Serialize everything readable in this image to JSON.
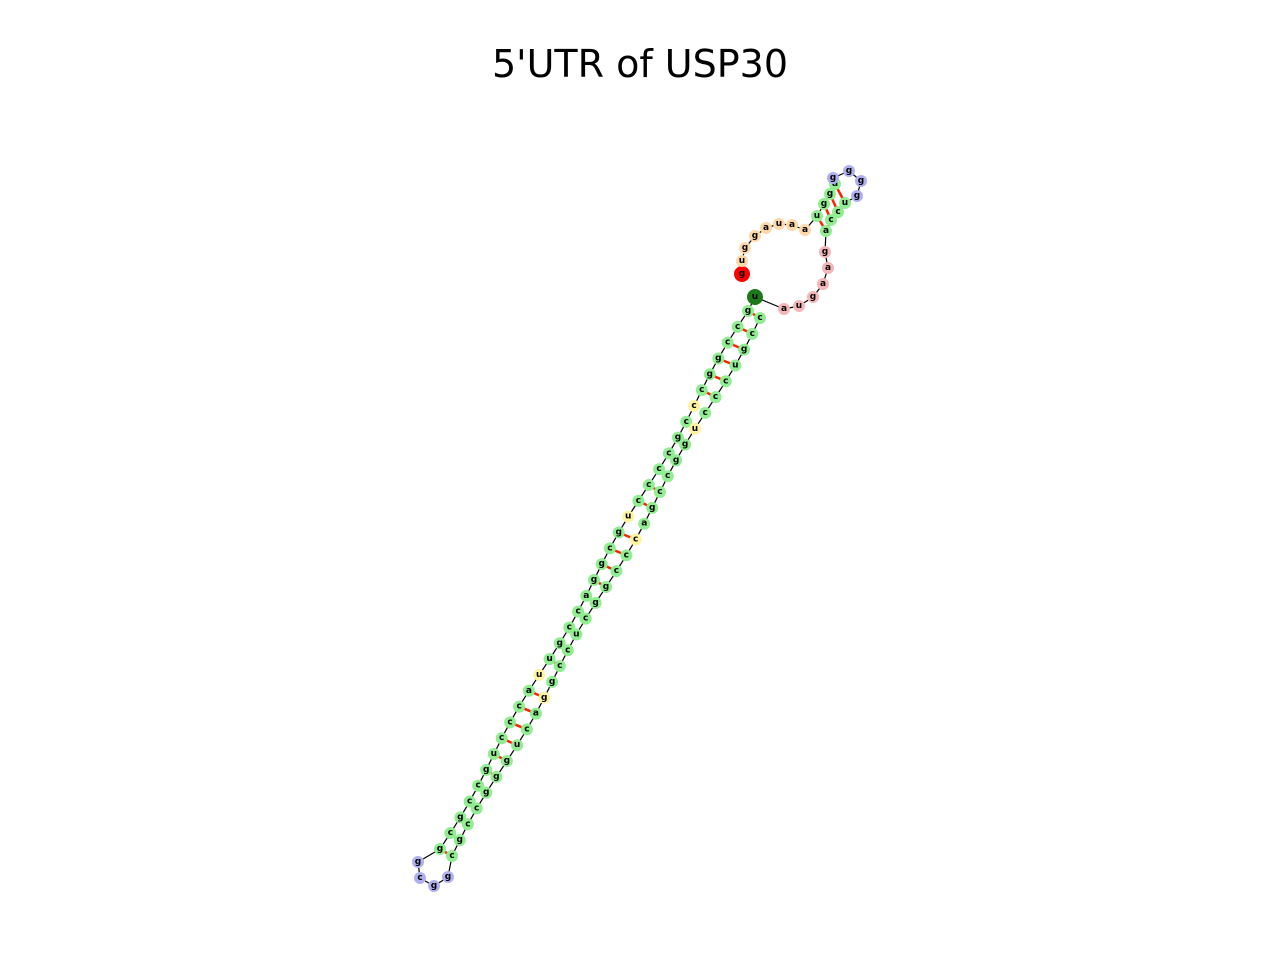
{
  "title": "5'UTR of USP30",
  "colors": {
    "stem": "#90ee90",
    "hairpin": "#b0b0f0",
    "internal": "#fff3a0",
    "external": "#ffd8a8",
    "multiloop": "#f4b6b6",
    "five_prime": "#ff0000",
    "three_prime": "#1a7a1a",
    "backbone": "#000000",
    "pair": "#ff2200"
  },
  "structure": {
    "five_prime_nt": "g",
    "three_prime_nt": "u",
    "external_5p": [
      "u",
      "g",
      "g",
      "a",
      "u",
      "a",
      "a"
    ],
    "top_hairpin": {
      "stem_left": [
        "u",
        "g",
        "g",
        "a"
      ],
      "loop": [
        "g",
        "g",
        "g",
        "g"
      ],
      "stem_right": [
        "u",
        "c",
        "c",
        "a"
      ]
    },
    "multiloop_3p": [
      "g",
      "a",
      "a",
      "g",
      "u",
      "a"
    ],
    "main_stem_left": [
      "g",
      "c",
      "c",
      "g",
      "g",
      "c",
      "c",
      "c",
      "g",
      "c",
      "c",
      "c",
      "c",
      "u",
      "g",
      "c",
      "g",
      "g",
      "a",
      "c",
      "c",
      "g",
      "u",
      "u",
      "a",
      "c",
      "c",
      "c",
      "u",
      "g",
      "c",
      "c",
      "g",
      "c",
      "g"
    ],
    "bottom_loop": [
      "g",
      "c",
      "g",
      "g"
    ],
    "main_stem_right": [
      "c",
      "g",
      "c",
      "c",
      "g",
      "g",
      "g",
      "u",
      "c",
      "a",
      "g",
      "g",
      "c",
      "c",
      "u",
      "c",
      "g",
      "g",
      "c",
      "c",
      "c",
      "a",
      "g",
      "c",
      "c",
      "g",
      "g",
      "u",
      "c",
      "c",
      "c",
      "u",
      "g",
      "c",
      "c"
    ]
  }
}
